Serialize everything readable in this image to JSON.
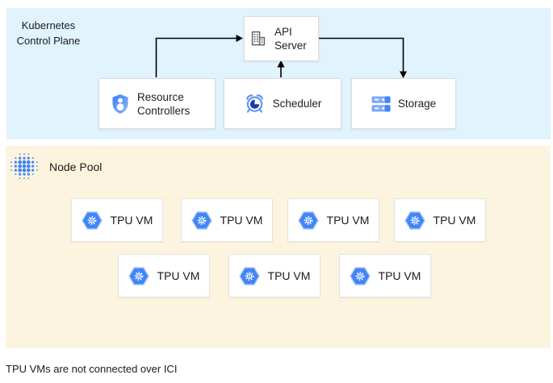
{
  "page": {
    "caption": "TPU VMs are not connected over ICI"
  },
  "control_plane": {
    "title_line1": "Kubernetes",
    "title_line2": "Control Plane",
    "bg_color": "#E1F3FC",
    "nodes": {
      "api_server": {
        "label": "API Server",
        "icon": "building-icon"
      },
      "resource_controllers": {
        "label": "Resource Controllers",
        "icon": "shield-person-icon"
      },
      "scheduler": {
        "label": "Scheduler",
        "icon": "alarm-clock-icon"
      },
      "storage": {
        "label": "Storage",
        "icon": "storage-stack-icon"
      }
    },
    "edges": [
      {
        "from": "resource_controllers",
        "to": "api_server"
      },
      {
        "from": "scheduler",
        "to": "api_server"
      },
      {
        "from": "api_server",
        "to": "storage"
      }
    ]
  },
  "node_pool": {
    "label": "Node Pool",
    "icon": "dot-grid-icon",
    "vm_label": "TPU VM",
    "vm_count": 7,
    "rows": [
      4,
      3
    ],
    "bg_color": "#FCF4DE"
  },
  "colors": {
    "accent_blue": "#4285F4",
    "light_blue": "#80AAF9",
    "icon_gray": "#5F6368",
    "box_border": "#DADCE0",
    "text": "#202124",
    "arrow": "#000000"
  }
}
